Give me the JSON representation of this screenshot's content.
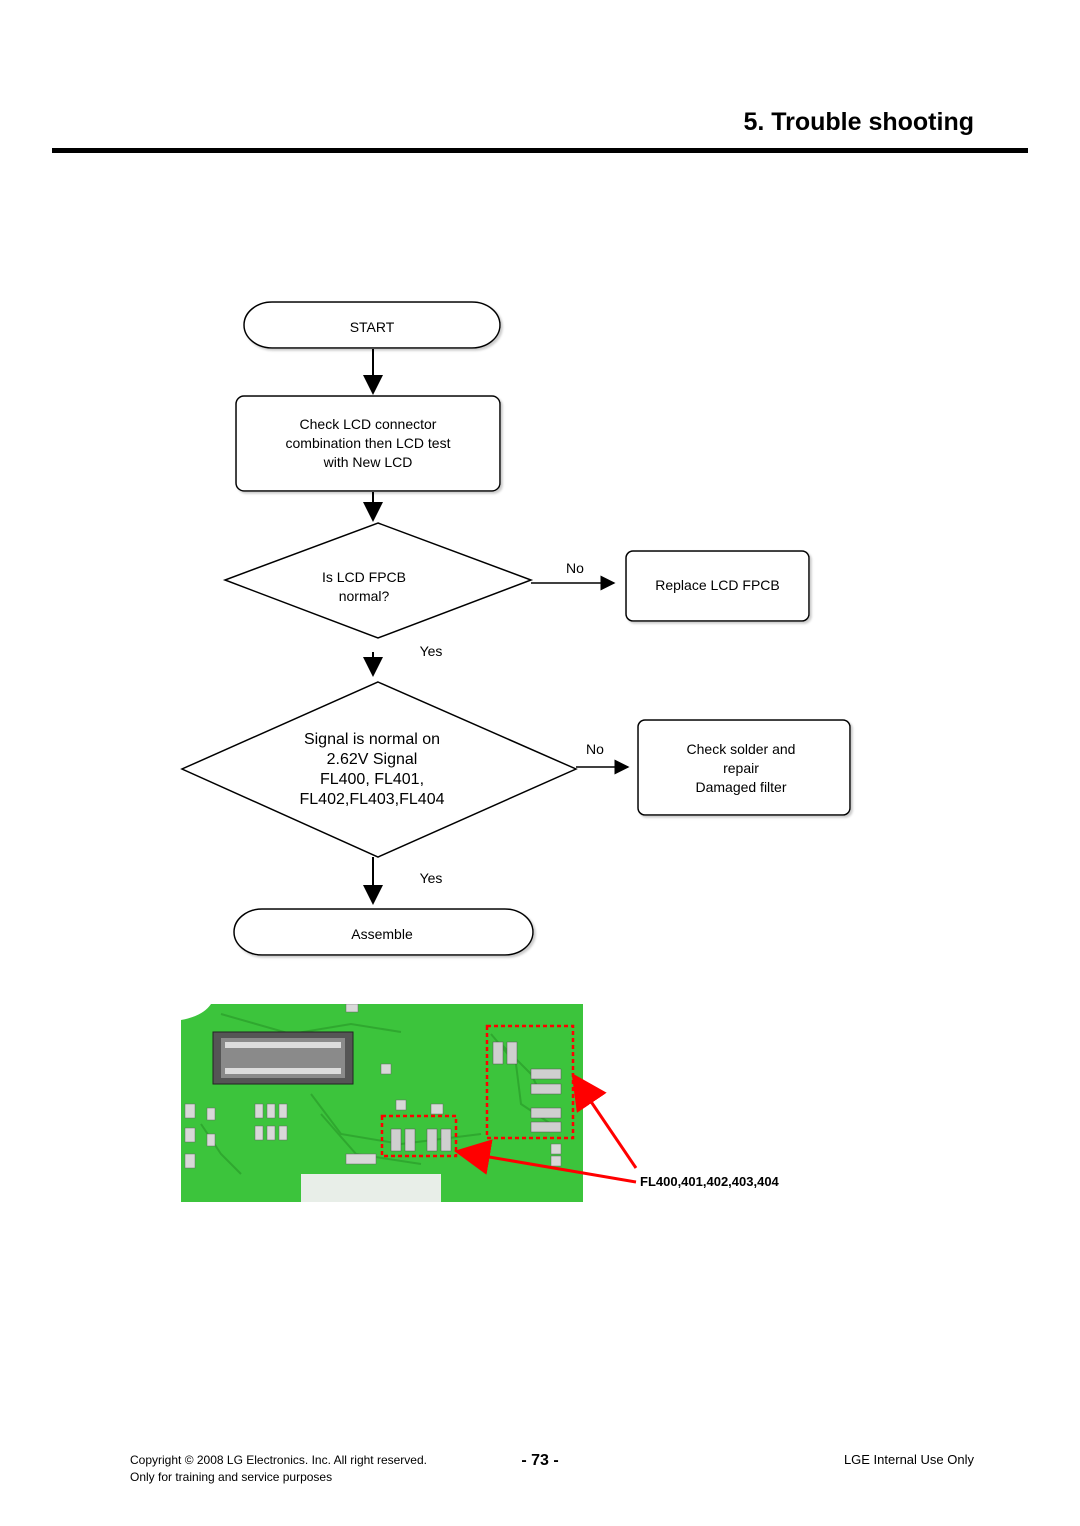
{
  "header": {
    "title": "5. Trouble shooting"
  },
  "flowchart": {
    "start": "START",
    "step1": [
      "Check LCD connector",
      "combination then LCD test",
      "with New LCD"
    ],
    "decision1": [
      "Is LCD FPCB",
      "normal?"
    ],
    "decision1_no": "No",
    "decision1_yes": "Yes",
    "action1": "Replace LCD FPCB",
    "decision2": [
      "Signal is normal on",
      "2.62V Signal",
      "FL400, FL401,",
      "FL402,FL403,FL404"
    ],
    "decision2_no": "No",
    "decision2_yes": "Yes",
    "action2": [
      "Check solder and",
      "repair",
      "Damaged filter"
    ],
    "end": "Assemble"
  },
  "photo": {
    "label": "FL400,401,402,403,404",
    "highlight_color": "#ff0000",
    "board_color": "#3bc23b"
  },
  "footer": {
    "copyright": "Copyright © 2008 LG Electronics. Inc.  All right reserved.",
    "training": "Only for training and service purposes",
    "page": "- 73 -",
    "internal": "LGE Internal Use Only"
  }
}
